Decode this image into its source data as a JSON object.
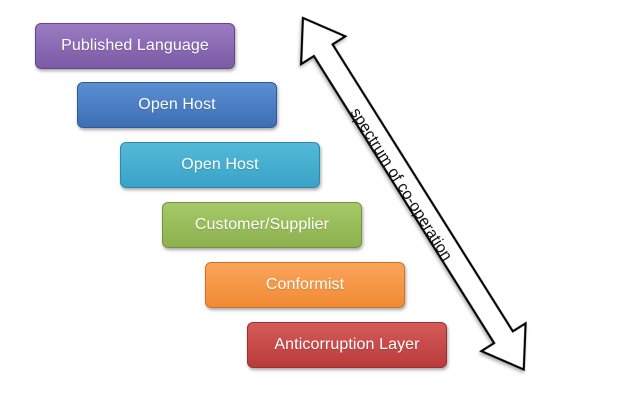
{
  "steps": [
    {
      "label": "Published Language",
      "color": "#7c5aa6"
    },
    {
      "label": "Open Host",
      "color": "#3d6fb5"
    },
    {
      "label": "Open Host",
      "color": "#3aa3c6"
    },
    {
      "label": "Customer/Supplier",
      "color": "#8db14e"
    },
    {
      "label": "Conformist",
      "color": "#f18a34"
    },
    {
      "label": "Anticorruption Layer",
      "color": "#b93c3b"
    }
  ],
  "arrow": {
    "label": "spectrum of co-operation",
    "type": "double-headed"
  }
}
